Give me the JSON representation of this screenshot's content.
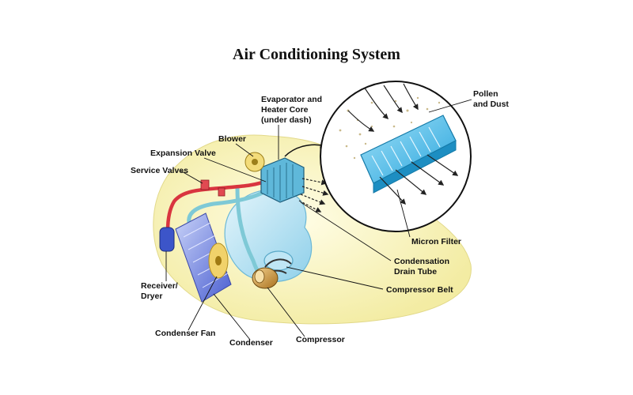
{
  "title": "Air Conditioning System",
  "labels": {
    "evaporator": "Evaporator and\nHeater Core\n(under dash)",
    "blower": "Blower",
    "expansion_valve": "Expansion Valve",
    "service_valves": "Service Valves",
    "receiver_dryer": "Receiver/\nDryer",
    "condenser_fan": "Condenser Fan",
    "condenser": "Condenser",
    "compressor": "Compressor",
    "compressor_belt": "Compressor Belt",
    "condensation_drain_tube": "Condensation\nDrain Tube",
    "micron_filter": "Micron Filter",
    "pollen_and_dust": "Pollen\nand Dust"
  },
  "colors": {
    "car_body": "#fbf7c8",
    "engine": "#bfe6f5",
    "filter": "#5cc1ea",
    "refrigerant_line": "#d9353f",
    "coolant_line": "#7ec9d6",
    "condenser": "#7b8fe0",
    "compressor": "#d9a04a"
  }
}
